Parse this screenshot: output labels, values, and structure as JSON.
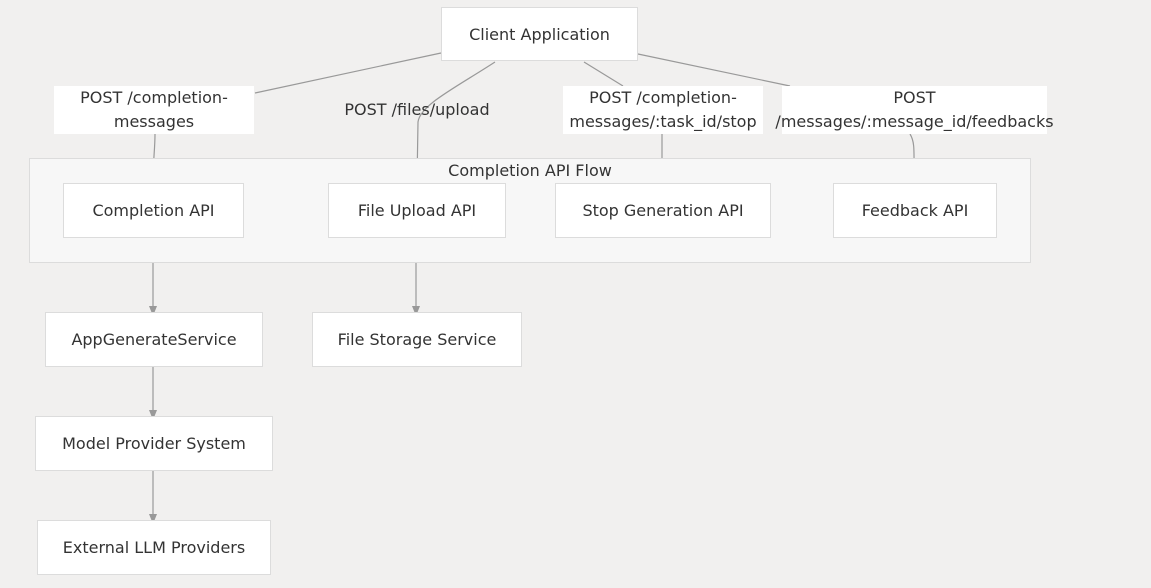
{
  "nodes": {
    "client": "Client Application",
    "completion_api": "Completion API",
    "file_upload_api": "File Upload API",
    "stop_generation_api": "Stop Generation API",
    "feedback_api": "Feedback API",
    "app_generate_service": "AppGenerateService",
    "file_storage_service": "File Storage Service",
    "model_provider_system": "Model Provider System",
    "external_llm_providers": "External LLM Providers"
  },
  "cluster": {
    "title": "Completion API Flow"
  },
  "edge_labels": {
    "completion": "POST /completion-messages",
    "files_upload": "POST /files/upload",
    "stop": "POST /completion-messages/:task_id/stop",
    "feedbacks_line1": "POST",
    "feedbacks_line2": "/messages/:message_id/feedbacks"
  },
  "edges": [
    {
      "from": "Client Application",
      "to": "Completion API",
      "label": "POST /completion-messages"
    },
    {
      "from": "Client Application",
      "to": "File Upload API",
      "label": "POST /files/upload"
    },
    {
      "from": "Client Application",
      "to": "Stop Generation API",
      "label": "POST /completion-messages/:task_id/stop"
    },
    {
      "from": "Client Application",
      "to": "Feedback API",
      "label": "POST /messages/:message_id/feedbacks"
    },
    {
      "from": "Completion API",
      "to": "AppGenerateService"
    },
    {
      "from": "File Upload API",
      "to": "File Storage Service"
    },
    {
      "from": "AppGenerateService",
      "to": "Model Provider System"
    },
    {
      "from": "Model Provider System",
      "to": "External LLM Providers"
    }
  ],
  "colors": {
    "background": "#f1f0ef",
    "node_fill": "#ffffff",
    "node_border": "#dcdcdc",
    "cluster_fill": "#f7f7f7",
    "edge": "#999999",
    "text": "#333333"
  }
}
